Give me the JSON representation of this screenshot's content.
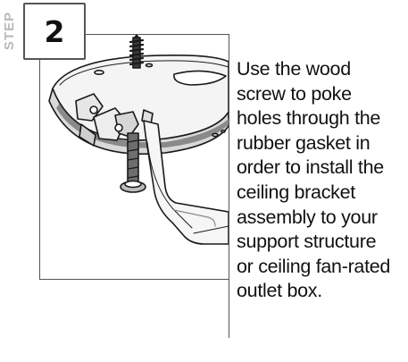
{
  "step": {
    "label": "STEP",
    "number": "2"
  },
  "instruction": {
    "lines": [
      "Use the wood",
      "screw to poke",
      "holes through the",
      "rubber gasket in",
      "order to install the",
      "ceiling bracket",
      "assembly to your",
      "support structure",
      "or ceiling fan-rated",
      "outlet box."
    ]
  },
  "colors": {
    "text": "#111111",
    "frame": "#555555",
    "step_label": "#b9b9b9",
    "illustration_fill": "#f2f2f2",
    "illustration_shade": "#8a8a8a",
    "illustration_stroke": "#1a1a1a"
  }
}
